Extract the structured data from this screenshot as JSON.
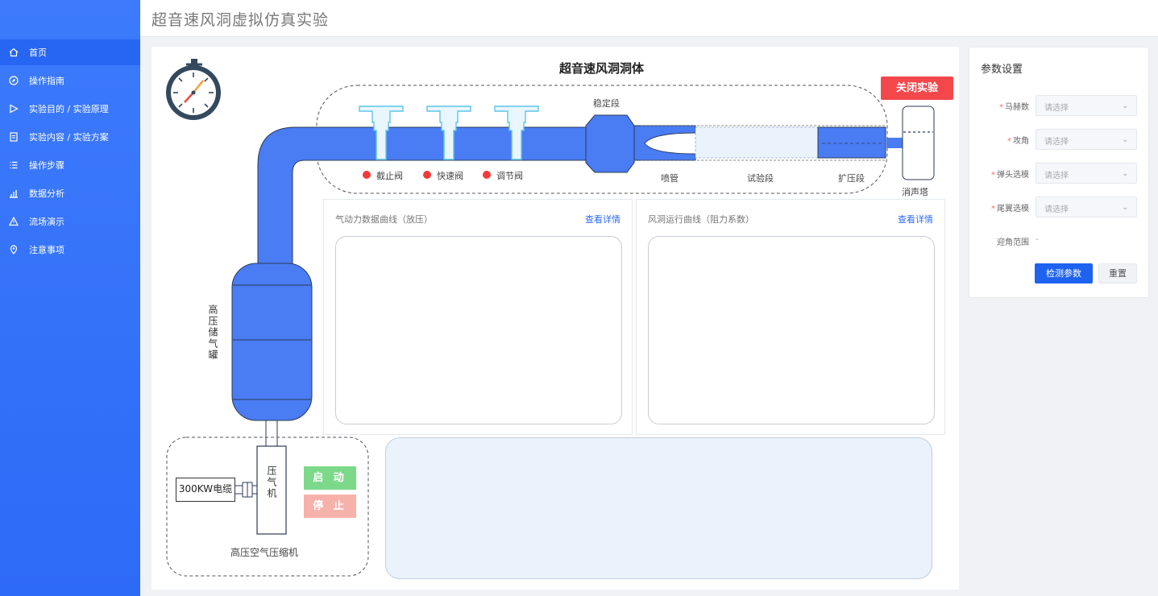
{
  "app": {
    "title": "超音速风洞虚拟仿真实验"
  },
  "sidebar": {
    "items": [
      {
        "label": "首页",
        "icon": "home-icon",
        "active": true
      },
      {
        "label": "操作指南",
        "icon": "compass-icon"
      },
      {
        "label": "实验目的 / 实验原理",
        "icon": "play-icon"
      },
      {
        "label": "实验内容 / 实验方案",
        "icon": "document-icon"
      },
      {
        "label": "操作步骤",
        "icon": "list-icon"
      },
      {
        "label": "数据分析",
        "icon": "chart-icon"
      },
      {
        "label": "流场演示",
        "icon": "warning-icon"
      },
      {
        "label": "注意事项",
        "icon": "location-icon"
      }
    ]
  },
  "diagram": {
    "title": "超音速风洞洞体",
    "close_button": "关闭实验",
    "settling_section": "稳定段",
    "nozzle": "喷管",
    "test_section": "试验段",
    "diffuser": "扩压段",
    "muffler_tower": "消声塔",
    "tank_label": "高压储气罐",
    "valves": [
      {
        "label": "截止阀",
        "status_color": "#f33b3b"
      },
      {
        "label": "快速阀",
        "status_color": "#f33b3b"
      },
      {
        "label": "调节阀",
        "status_color": "#f33b3b"
      }
    ],
    "motor_label": "300KW电缆",
    "compressor_inner": "压气机",
    "compressor_label": "高压空气压缩机",
    "start_button": "启 动",
    "stop_button": "停 止"
  },
  "charts": [
    {
      "title": "气动力数据曲线（放压）",
      "detail_link": "查看详情"
    },
    {
      "title": "风洞运行曲线（阻力系数）",
      "detail_link": "查看详情"
    }
  ],
  "params": {
    "title": "参数设置",
    "fields": [
      {
        "label": "马赫数",
        "placeholder": "请选择",
        "required": true
      },
      {
        "label": "攻角",
        "placeholder": "请选择",
        "required": true
      },
      {
        "label": "弹头选模",
        "placeholder": "请选择",
        "required": true
      },
      {
        "label": "尾翼选模",
        "placeholder": "请选择",
        "required": true
      }
    ],
    "range_label": "迎角范围",
    "range_value": "-",
    "detect_button": "检测参数",
    "reset_button": "重置"
  },
  "colors": {
    "accent": "#2d6af7",
    "pipe": "#4a7cf4",
    "danger": "#f3474b"
  }
}
